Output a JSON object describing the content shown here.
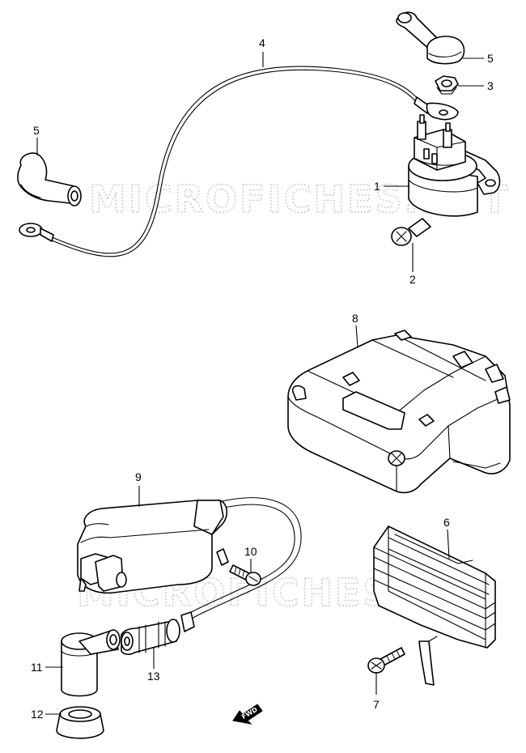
{
  "watermark": {
    "top": "MICROFICHES.NET",
    "bottom": "MICROFICHES.NET"
  },
  "callouts": {
    "p1": "1",
    "p2": "2",
    "p3": "3",
    "p4": "4",
    "p5_right": "5",
    "p5_left": "5",
    "p6": "6",
    "p7": "7",
    "p8": "8",
    "p9": "9",
    "p10": "10",
    "p11": "11",
    "p12": "12",
    "p13": "13"
  },
  "direction_badge": "FWD",
  "colors": {
    "line": "#000000",
    "watermark": "#c8c8c8",
    "background": "#ffffff"
  }
}
